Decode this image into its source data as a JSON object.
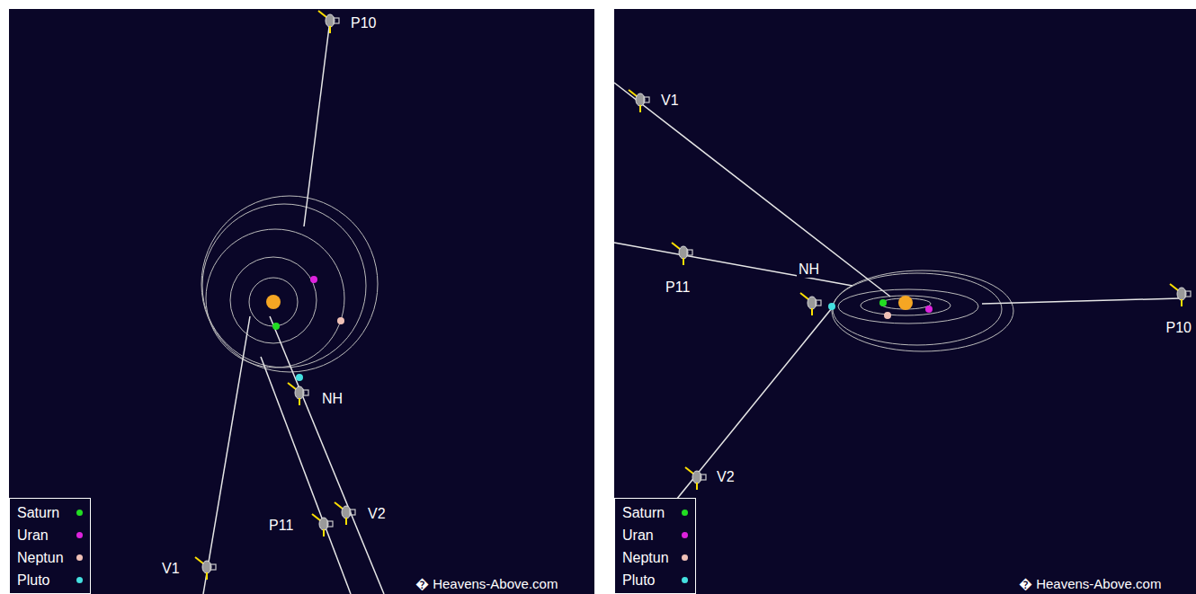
{
  "diagram": {
    "labels": [
      "P10",
      "NH",
      "P11",
      "V2",
      "V1",
      "� Heavens-Above.com",
      "V1",
      "P11",
      "NH",
      "V2",
      "P10",
      "� Heavens-Above.com"
    ],
    "legend": [
      {
        "text": "Saturn",
        "color": "#22dd22"
      },
      {
        "text": "Uran",
        "color": "#dd22dd"
      },
      {
        "text": "Neptun",
        "color": "#efc0b6"
      },
      {
        "text": "Pluto",
        "color": "#44e0e0"
      },
      {
        "text": "Saturn",
        "color": "#22dd22"
      },
      {
        "text": "Uran",
        "color": "#dd22dd"
      },
      {
        "text": "Neptun",
        "color": "#efc0b6"
      },
      {
        "text": "Pluto",
        "color": "#44e0e0"
      }
    ]
  }
}
